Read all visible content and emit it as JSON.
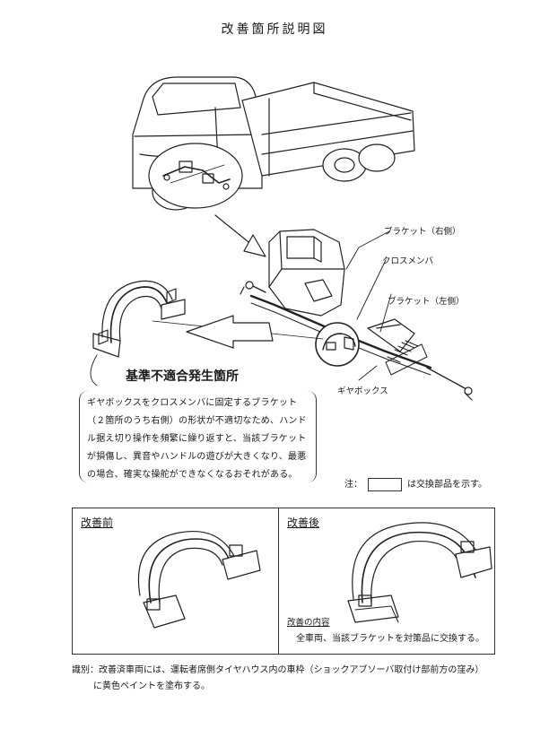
{
  "title": "改善箇所説明図",
  "callouts": {
    "bracket_right": "ブラケット（右側）",
    "cross_member": "クロスメンバ",
    "bracket_left": "ブラケット（左側）",
    "gearbox": "ギヤボックス"
  },
  "defect": {
    "heading": "基準不適合発生箇所",
    "lines": [
      "ギヤボックスをクロスメンバに固定するブラケット",
      "（２箇所のうち右側）の形状が不適切なため、ハンド",
      "ル据え切り操作を頻繁に繰り返すと、当該ブラケット",
      "が損傷し、異音やハンドルの遊びが大きくなり、最悪",
      "の場合、確実な操舵ができなくなるおそれがある。"
    ]
  },
  "note": {
    "prefix": "注：",
    "suffix": "は交換部品を示す。"
  },
  "before": {
    "label": "改善前"
  },
  "after": {
    "label": "改善後",
    "content_title": "改善の内容",
    "content_text": "全車両、当該ブラケットを対策品に交換する。"
  },
  "identification": {
    "line1": "識別：改善済車両には、運転者席側タイヤハウス内の車枠（ショックアブソーバ取付け部前方の窪み）",
    "line2": "に黄色ペイントを塗布する。"
  }
}
